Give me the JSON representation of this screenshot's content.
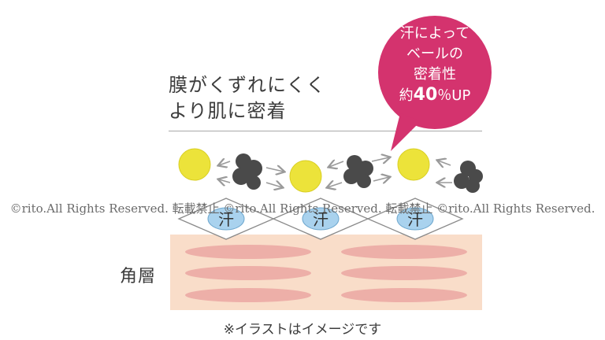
{
  "heading": {
    "line1": "膜がくずれにくく",
    "line2": "より肌に密着"
  },
  "balloon": {
    "line1": "汗によって",
    "line2": "ベールの",
    "line3": "密着性",
    "prefix": "約",
    "value": "40",
    "suffix": "％UP"
  },
  "sweat_label": "汗",
  "skin_label": "角層",
  "watermark": "©rito.All Rights Reserved. 転載禁止 ©rito.All Rights Reserved. 転載禁止 ©rito.All Rights Reserved.",
  "caption": "※イラストはイメージです",
  "colors": {
    "balloon": "#d4336e",
    "particle_yellow": "#ece33a",
    "clump_dark": "#4a4a4a",
    "sweat_blue": "#a9d2ee",
    "skin_base": "#f9ddc9",
    "skin_stripe": "#eba7a3",
    "arrow_gray": "#9a9a9a"
  }
}
